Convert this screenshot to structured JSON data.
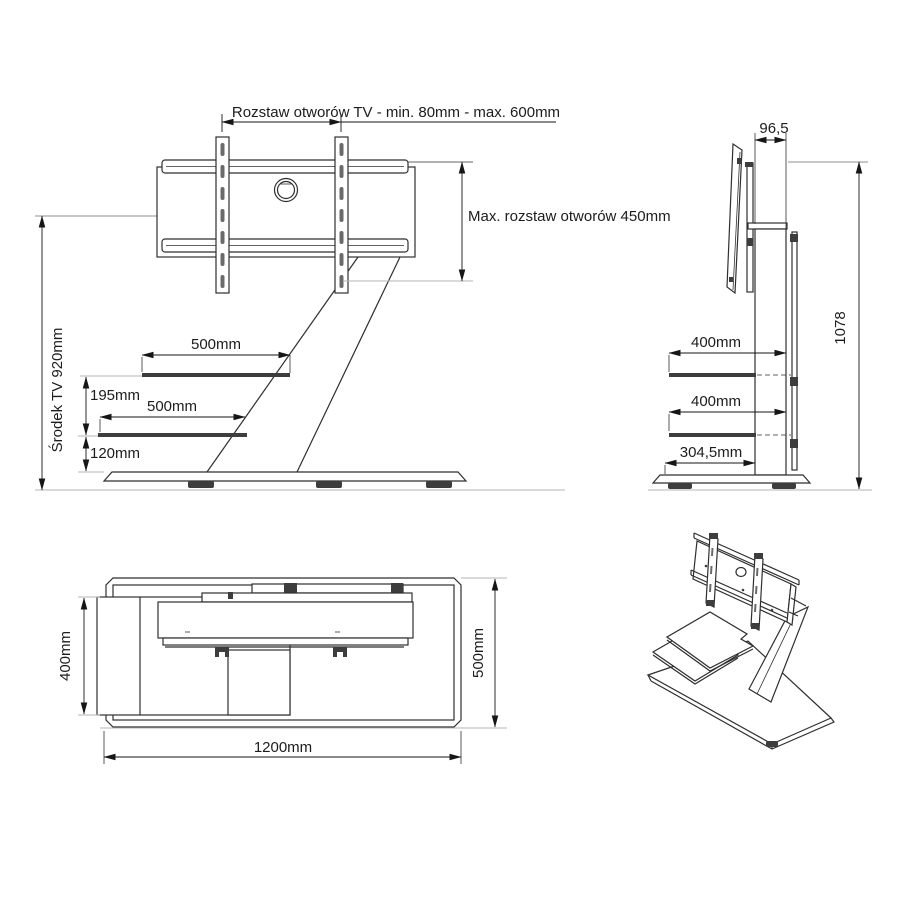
{
  "page": {
    "background": "#ffffff"
  },
  "colors": {
    "background": "#ffffff",
    "outline": "#2f2f2f",
    "dimension": "#161616",
    "reference": "#b6b6b6",
    "reference_dark": "#8f8f8f",
    "dark_fill": "#3d3d3d",
    "text_color": "#1c1c1c"
  },
  "views": {
    "front": {
      "labels": {
        "hole_spacing_note": "Rozstaw otworów TV - min. 80mm - max. 600mm",
        "max_hole_spacing": "Max. rozstaw otworów 450mm",
        "tv_center_height": "Środek TV 920mm",
        "upper_shelf_width": "500mm",
        "lower_shelf_width": "500mm",
        "shelf_gap": "195mm",
        "lower_shelf_height": "120mm"
      }
    },
    "side": {
      "labels": {
        "bracket_depth": "96,5",
        "total_height": "1078",
        "upper_shelf_depth": "400mm",
        "lower_shelf_depth": "400mm",
        "base_front_depth": "304,5mm"
      }
    },
    "plan": {
      "labels": {
        "shelf_depth": "400mm",
        "base_depth": "500mm",
        "base_width": "1200mm"
      }
    }
  }
}
